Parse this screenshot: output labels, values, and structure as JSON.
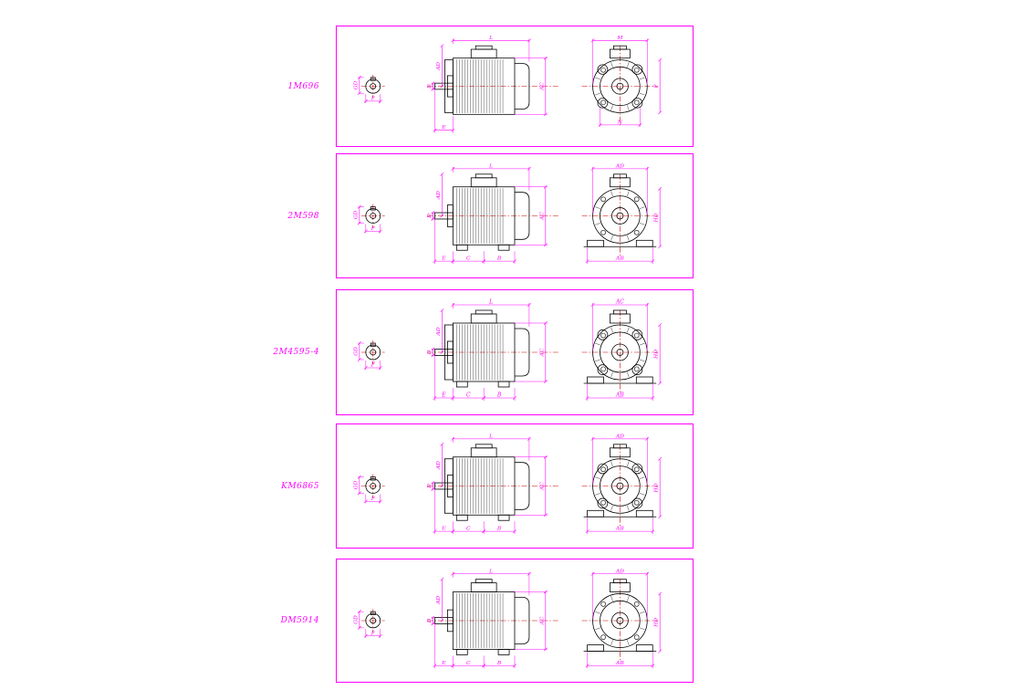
{
  "colors": {
    "frame": "#ff00ff",
    "drawing": "#000000",
    "dimension": "#ff00ff",
    "centerline": "#cc0000",
    "label": "#ff00ff"
  },
  "panels": [
    {
      "model": "1M696",
      "mount": "flange",
      "dims": {
        "side_top": "L",
        "side_left": "AD",
        "shaft_dia": "D",
        "side_bottom": [
          "E"
        ],
        "side_right": "AC",
        "end_bottom": "F",
        "end_left": "GD",
        "front_top": "M",
        "front_right": "P",
        "front_bottom": "N"
      }
    },
    {
      "model": "2M598",
      "mount": "foot",
      "dims": {
        "side_top": "L",
        "side_left": "AD",
        "shaft_dia": "D",
        "side_bottom": [
          "E",
          "C",
          "B"
        ],
        "side_right": "AC",
        "end_bottom": "F",
        "end_left": "GD",
        "front_top": "AD",
        "front_right": "HD",
        "front_bottom": "AB"
      }
    },
    {
      "model": "2M4595-4",
      "mount": "foot-flange",
      "dims": {
        "side_top": "L",
        "side_left": "AD",
        "shaft_dia": "D",
        "side_bottom": [
          "E",
          "C",
          "B"
        ],
        "side_right": "AC",
        "end_bottom": "F",
        "end_left": "GD",
        "front_top": "AC",
        "front_right": "HD",
        "front_bottom": "AB"
      }
    },
    {
      "model": "KM6865",
      "mount": "foot-flange",
      "dims": {
        "side_top": "L",
        "side_left": "AD",
        "shaft_dia": "D",
        "side_bottom": [
          "E",
          "C",
          "B"
        ],
        "side_right": "AC",
        "end_bottom": "F",
        "end_left": "GD",
        "front_top": "AD",
        "front_right": "HD",
        "front_bottom": "AB"
      }
    },
    {
      "model": "DM5914",
      "mount": "foot",
      "dims": {
        "side_top": "L",
        "side_left": "AD",
        "shaft_dia": "D",
        "side_bottom": [
          "E",
          "C",
          "B"
        ],
        "side_right": "AC",
        "end_bottom": "F",
        "end_left": "GD",
        "front_top": "AD",
        "front_right": "HD",
        "front_bottom": "AB"
      }
    }
  ]
}
